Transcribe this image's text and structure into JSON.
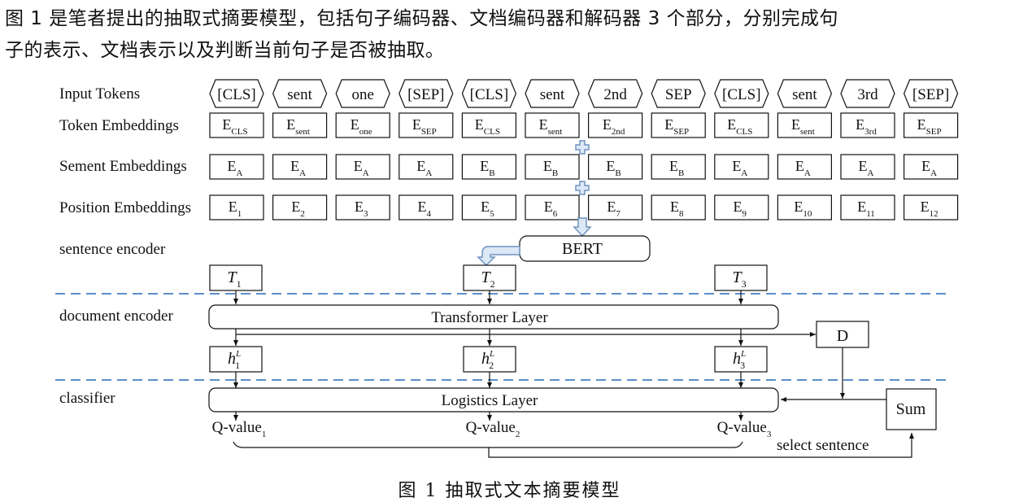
{
  "paragraph": {
    "line1": "图 1 是笔者提出的抽取式摘要模型，包括句子编码器、文档编码器和解码器 3 个部分，分别完成句",
    "line2": "子的表示、文档表示以及判断当前句子是否被抽取。"
  },
  "row_labels": {
    "input_tokens": "Input Tokens",
    "token_embeddings": "Token Embeddings",
    "segment_embeddings": "Sement Embeddings",
    "position_embeddings": "Position Embeddings",
    "sentence_encoder": "sentence encoder",
    "document_encoder": "document encoder",
    "classifier": "classifier"
  },
  "tokens": [
    "[CLS]",
    "sent",
    "one",
    "[SEP]",
    "[CLS]",
    "sent",
    "2nd",
    "SEP",
    "[CLS]",
    "sent",
    "3rd",
    "[SEP]"
  ],
  "token_embeddings": [
    {
      "base": "E",
      "sub": "CLS"
    },
    {
      "base": "E",
      "sub": "sent"
    },
    {
      "base": "E",
      "sub": "one"
    },
    {
      "base": "E",
      "sub": "SEP"
    },
    {
      "base": "E",
      "sub": "CLS"
    },
    {
      "base": "E",
      "sub": "sent"
    },
    {
      "base": "E",
      "sub": "2nd"
    },
    {
      "base": "E",
      "sub": "SEP"
    },
    {
      "base": "E",
      "sub": "CLS"
    },
    {
      "base": "E",
      "sub": "sent"
    },
    {
      "base": "E",
      "sub": "3rd"
    },
    {
      "base": "E",
      "sub": "SEP"
    }
  ],
  "segment_embeddings": [
    {
      "base": "E",
      "sub": "A"
    },
    {
      "base": "E",
      "sub": "A"
    },
    {
      "base": "E",
      "sub": "A"
    },
    {
      "base": "E",
      "sub": "A"
    },
    {
      "base": "E",
      "sub": "B"
    },
    {
      "base": "E",
      "sub": "B"
    },
    {
      "base": "E",
      "sub": "B"
    },
    {
      "base": "E",
      "sub": "B"
    },
    {
      "base": "E",
      "sub": "A"
    },
    {
      "base": "E",
      "sub": "A"
    },
    {
      "base": "E",
      "sub": "A"
    },
    {
      "base": "E",
      "sub": "A"
    }
  ],
  "position_embeddings": [
    {
      "base": "E",
      "sub": "1"
    },
    {
      "base": "E",
      "sub": "2"
    },
    {
      "base": "E",
      "sub": "3"
    },
    {
      "base": "E",
      "sub": "4"
    },
    {
      "base": "E",
      "sub": "5"
    },
    {
      "base": "E",
      "sub": "6"
    },
    {
      "base": "E",
      "sub": "7"
    },
    {
      "base": "E",
      "sub": "8"
    },
    {
      "base": "E",
      "sub": "9"
    },
    {
      "base": "E",
      "sub": "10"
    },
    {
      "base": "E",
      "sub": "11"
    },
    {
      "base": "E",
      "sub": "12"
    }
  ],
  "bert_label": "BERT",
  "sentence_vectors": [
    {
      "base": "T",
      "sub": "1"
    },
    {
      "base": "T",
      "sub": "2"
    },
    {
      "base": "T",
      "sub": "3"
    }
  ],
  "transformer_label": "Transformer Layer",
  "d_label": "D",
  "hidden_vectors": [
    {
      "base": "h",
      "sub": "1",
      "sup": "L"
    },
    {
      "base": "h",
      "sub": "2",
      "sup": "L"
    },
    {
      "base": "h",
      "sub": "3",
      "sup": "L"
    }
  ],
  "logistics_label": "Logistics Layer",
  "sum_label": "Sum",
  "q_values": [
    {
      "base": "Q-value",
      "sub": "1"
    },
    {
      "base": "Q-value",
      "sub": "2"
    },
    {
      "base": "Q-value",
      "sub": "3"
    }
  ],
  "select_label": "select sentence",
  "caption": "图 1    抽取式文本摘要模型",
  "colors": {
    "divider": "#5b8fc9",
    "arrow_fill": "#dce8f6",
    "arrow_stroke": "#6f93bf",
    "line": "#111111"
  }
}
